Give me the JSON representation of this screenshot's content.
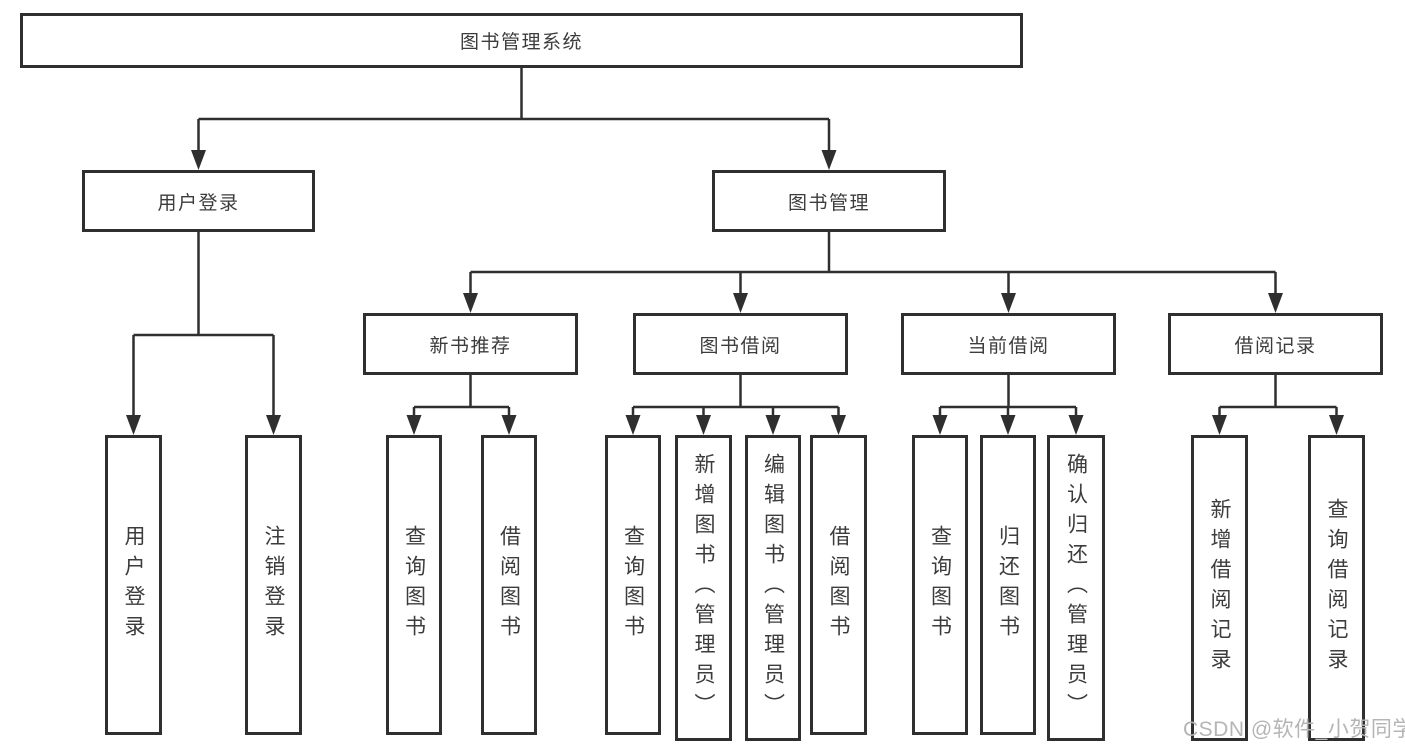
{
  "diagram": {
    "root": {
      "label": "图书管理系统"
    },
    "level2": [
      {
        "label": "用户登录"
      },
      {
        "label": "图书管理"
      }
    ],
    "level3": [
      {
        "label": "新书推荐",
        "parent": "图书管理"
      },
      {
        "label": "图书借阅",
        "parent": "图书管理"
      },
      {
        "label": "当前借阅",
        "parent": "图书管理"
      },
      {
        "label": "借阅记录",
        "parent": "图书管理"
      }
    ],
    "leaves": [
      {
        "label": "用户登录",
        "parent": "用户登录"
      },
      {
        "label": "注销登录",
        "parent": "用户登录"
      },
      {
        "label": "查询图书",
        "parent": "新书推荐"
      },
      {
        "label": "借阅图书",
        "parent": "新书推荐"
      },
      {
        "label": "查询图书",
        "parent": "图书借阅"
      },
      {
        "label": "新增图书（管理员）",
        "parent": "图书借阅"
      },
      {
        "label": "编辑图书（管理员）",
        "parent": "图书借阅"
      },
      {
        "label": "借阅图书",
        "parent": "图书借阅"
      },
      {
        "label": "查询图书",
        "parent": "当前借阅"
      },
      {
        "label": "归还图书",
        "parent": "当前借阅"
      },
      {
        "label": "确认归还（管理员）",
        "parent": "当前借阅"
      },
      {
        "label": "新增借阅记录",
        "parent": "借阅记录"
      },
      {
        "label": "查询借阅记录",
        "parent": "借阅记录"
      }
    ],
    "watermark": "CSDN @软件_小贺同学",
    "colors": {
      "line": "#2f2f2f",
      "text": "#3c3c3c",
      "watermark": "#b5b5b5",
      "background": "#ffffff"
    }
  }
}
